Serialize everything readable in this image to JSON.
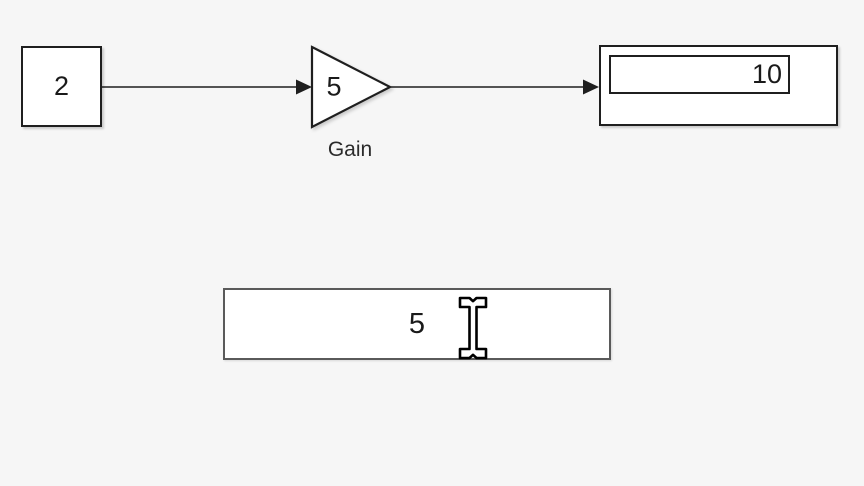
{
  "canvas": {
    "background": "#f6f6f6"
  },
  "blocks": {
    "constant": {
      "value": "2"
    },
    "gain": {
      "value": "5",
      "label": "Gain"
    },
    "display": {
      "value": "10"
    }
  },
  "edit_field": {
    "value": "5"
  },
  "icons": {
    "arrowhead": "signal-arrowhead",
    "text_cursor": "ibeam-text-cursor"
  },
  "colors": {
    "background": "#f6f6f6",
    "block_fill": "#ffffff",
    "block_border": "#1f1f1f",
    "wire": "#1f1f1f",
    "edit_field_border": "#5a5a5a",
    "text": "#1a1a1a"
  }
}
